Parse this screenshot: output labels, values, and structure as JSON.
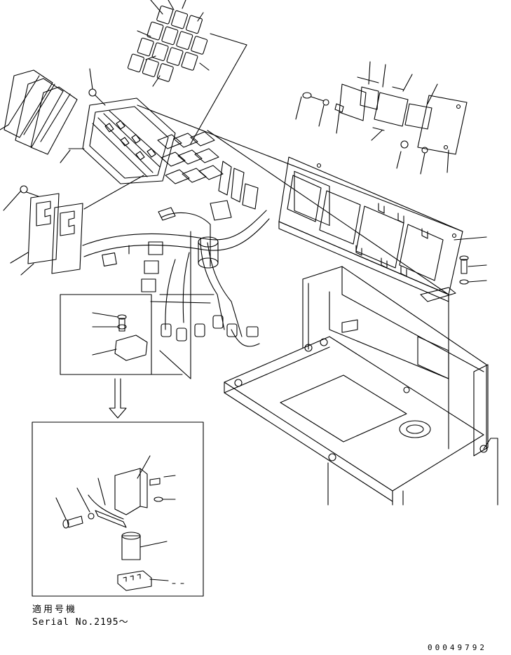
{
  "caption": {
    "applicable_models": "適用号機",
    "serial": "Serial No.2195～"
  },
  "document_number": "00049792",
  "colors": {
    "line": "#000000",
    "background": "#ffffff"
  }
}
